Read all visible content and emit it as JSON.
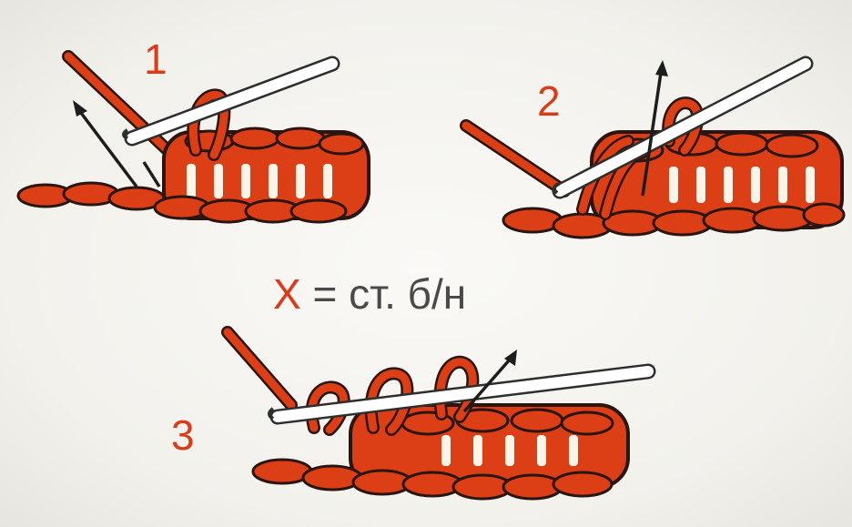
{
  "steps": [
    {
      "number": "1"
    },
    {
      "number": "2"
    },
    {
      "number": "3"
    }
  ],
  "legend": {
    "symbol": "X",
    "text": " = ст. б/н"
  },
  "colors": {
    "yarn": "#dc3e16",
    "outline": "#2a1510",
    "hook": "#ffffff",
    "label": "#dc3b1a",
    "text": "#4a4a4a"
  }
}
